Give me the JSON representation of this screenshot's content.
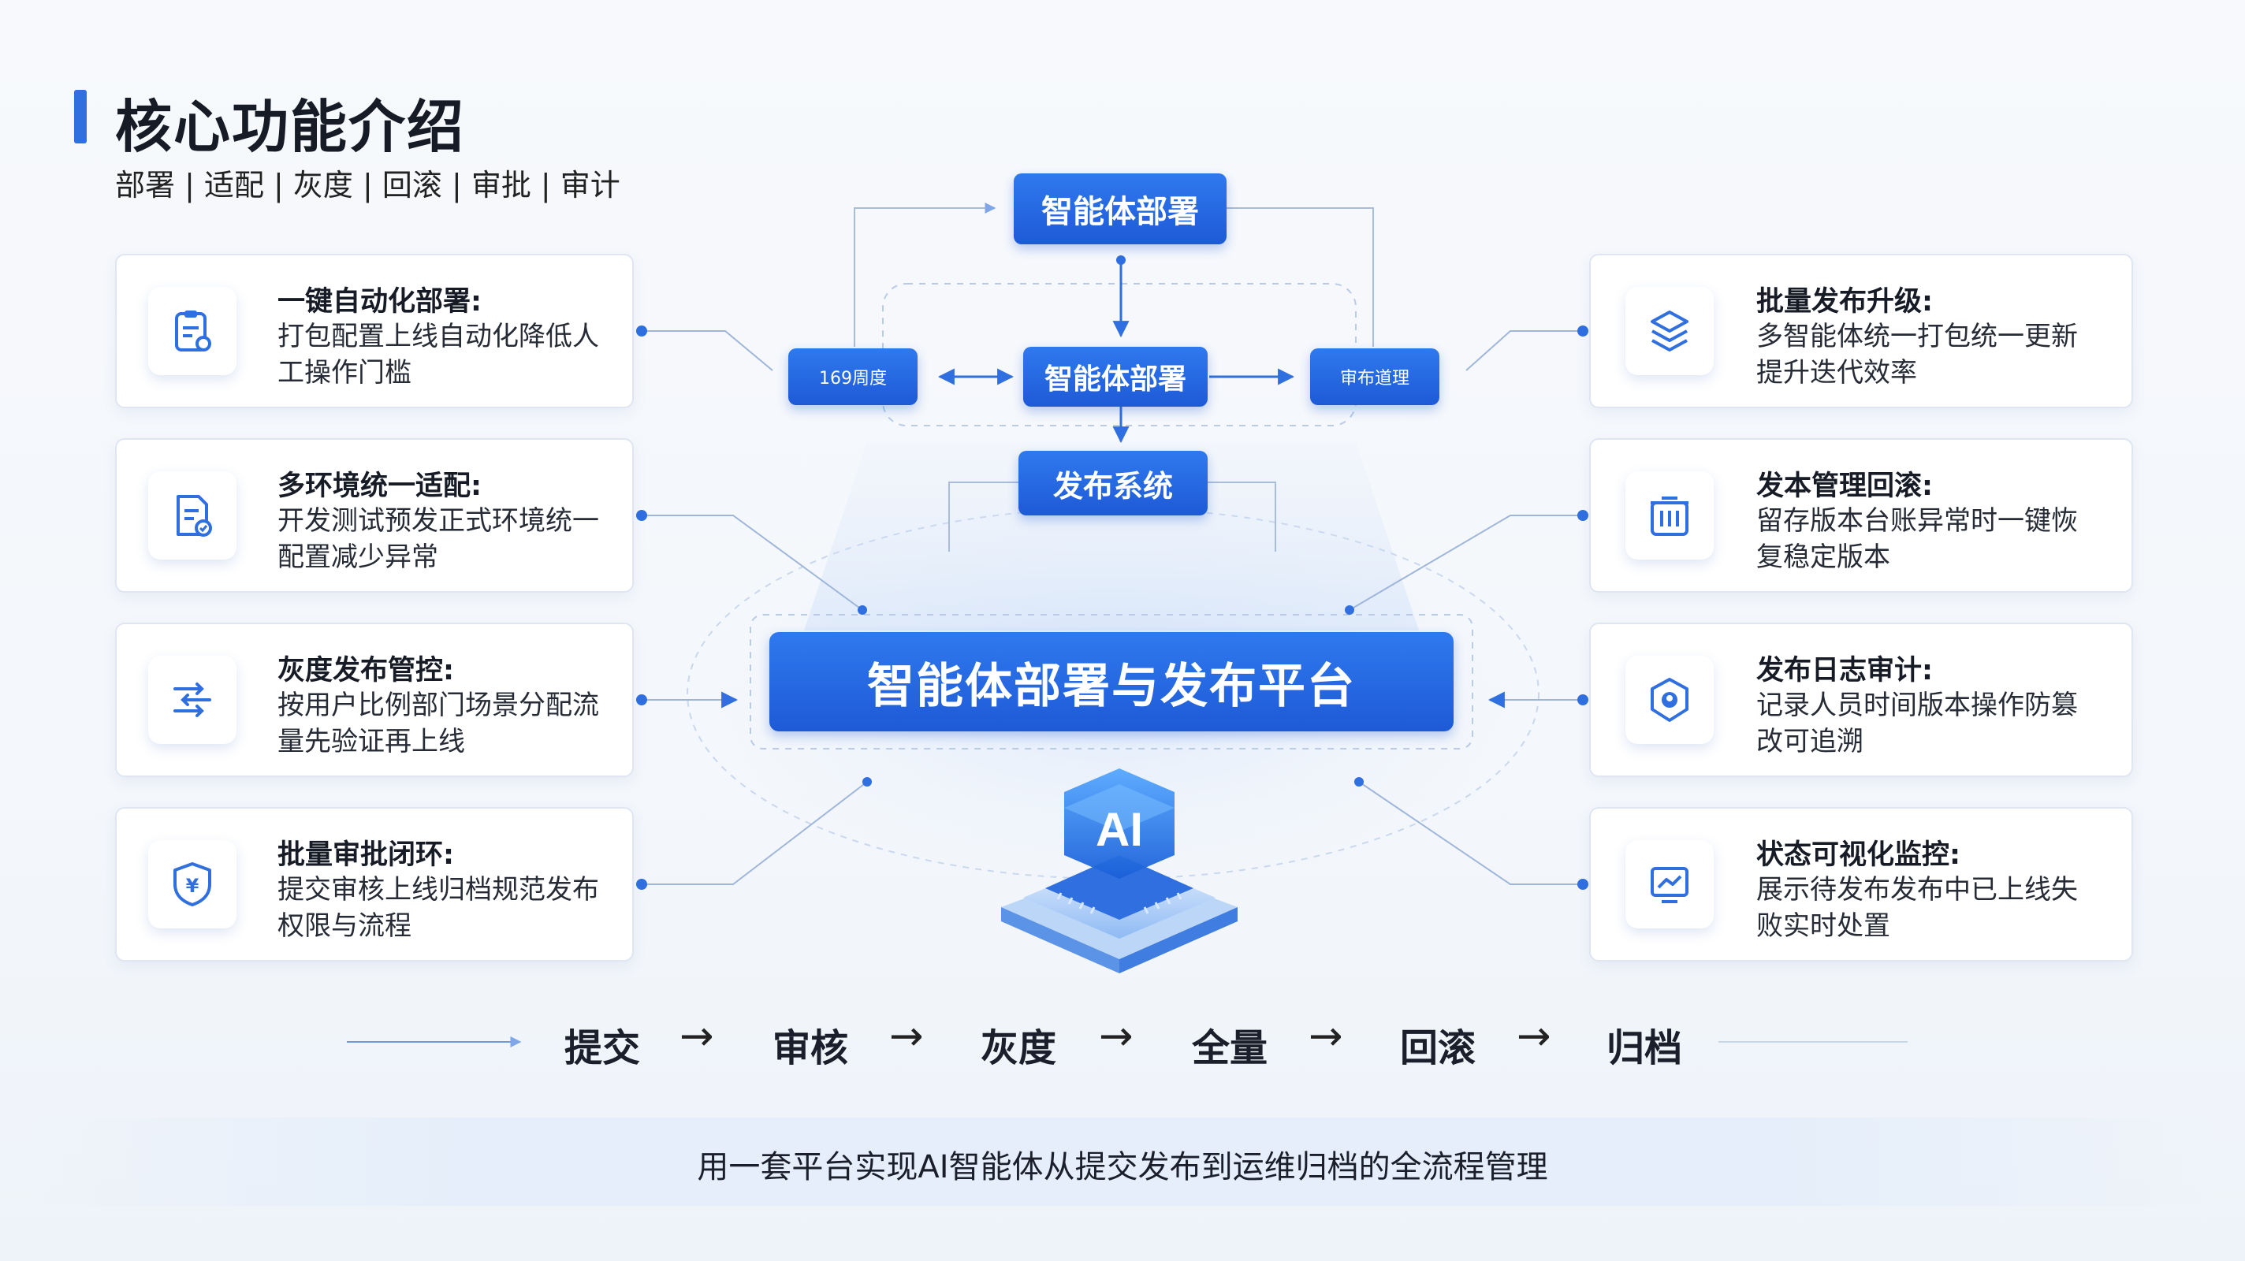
{
  "header": {
    "title": "核心功能介绍",
    "subtitle": "部署 | 适配 | 灰度 | 回滚 | 审批 | 审计"
  },
  "colors": {
    "accent": "#2f6fe0",
    "node_blue": "#1e5ad6",
    "card_border": "#dfe6f1"
  },
  "center": {
    "top_node": "智能体部署",
    "mid_node": "智能体部署",
    "left_node": "169周度",
    "right_node": "审布道理",
    "system_node": "发布系统",
    "platform": "智能体部署与发布平台",
    "chip_label": "AI"
  },
  "left_cards": [
    {
      "title": "一键自动化部署:",
      "desc": "打包配置上线自动化降低人工操作门槛",
      "icon": "clipboard-icon"
    },
    {
      "title": "多环境统一适配:",
      "desc": "开发测试预发正式环境统一配置减少异常",
      "icon": "document-check-icon"
    },
    {
      "title": "灰度发布管控:",
      "desc": "按用户比例部门场景分配流量先验证再上线",
      "icon": "traffic-split-icon"
    },
    {
      "title": "批量审批闭环:",
      "desc": "提交审核上线归档规范发布权限与流程",
      "icon": "shield-icon"
    }
  ],
  "right_cards": [
    {
      "title": "批量发布升级:",
      "desc": "多智能体统一打包统一更新提升迭代效率",
      "icon": "layers-icon"
    },
    {
      "title": "发本管理回滚:",
      "desc": "留存版本台账异常时一键恢复稳定版本",
      "icon": "archive-icon"
    },
    {
      "title": "发布日志审计:",
      "desc": "记录人员时间版本操作防篡改可追溯",
      "icon": "hexagon-icon"
    },
    {
      "title": "状态可视化监控:",
      "desc": "展示待发布发布中已上线失败实时处置",
      "icon": "monitor-icon"
    }
  ],
  "flow": [
    "提交",
    "审核",
    "灰度",
    "全量",
    "回滚",
    "归档"
  ],
  "flow_arrow": "→",
  "footer": "用一套平台实现AI智能体从提交发布到运维归档的全流程管理"
}
